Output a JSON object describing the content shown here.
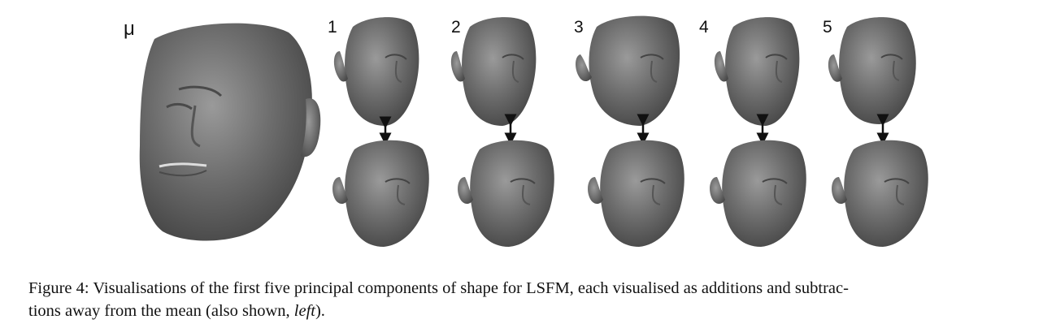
{
  "figure": {
    "mean_label": "μ",
    "components": [
      {
        "label": "1"
      },
      {
        "label": "2"
      },
      {
        "label": "3"
      },
      {
        "label": "4"
      },
      {
        "label": "5"
      }
    ],
    "face_color": "#6e6e6e",
    "shadow_color": "#3c3c3c",
    "highlight_color": "#9a9a9a"
  },
  "caption": {
    "line1": "Figure 4: Visualisations of the first five principal components of shape for LSFM, each visualised as additions and subtrac-",
    "line2_prefix": "tions away from the mean (also shown, ",
    "line2_emph": "left",
    "line2_suffix": ")."
  }
}
